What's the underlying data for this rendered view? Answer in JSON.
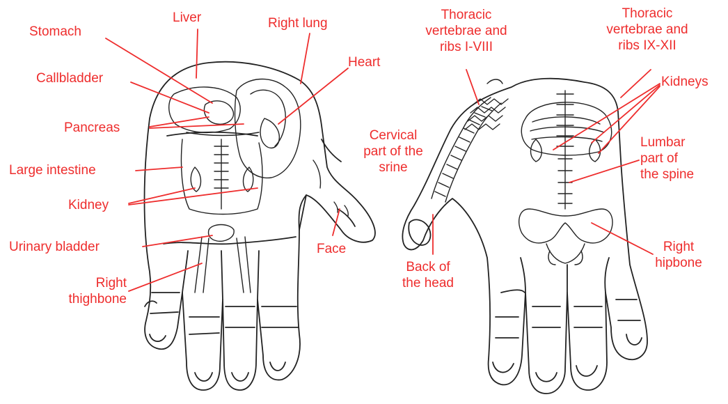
{
  "colors": {
    "label": "#ee2d2d",
    "drawing": "#222222",
    "background": "#ffffff"
  },
  "front": {
    "liver": "Liver",
    "stomach": "Stomach",
    "right_lung": "Right lung",
    "gallbladder": "Callbladder",
    "heart": "Heart",
    "pancreas": "Pancreas",
    "large_intestine": "Large intestine",
    "kidney": "Kidney",
    "urinary_bladder": "Urinary bladder",
    "right_thighbone_1": "Right",
    "right_thighbone_2": "thighbone",
    "face": "Face"
  },
  "back": {
    "thoracic_upper_1": "Thoracic",
    "thoracic_upper_2": "vertebrae and",
    "thoracic_upper_3": "ribs I-VIII",
    "thoracic_lower_1": "Thoracic",
    "thoracic_lower_2": "vertebrae and",
    "thoracic_lower_3": "ribs IX-XII",
    "kidneys": "Kidneys",
    "cervical_1": "Cervical",
    "cervical_2": "part of the",
    "cervical_3": "srine",
    "lumbar_1": "Lumbar",
    "lumbar_2": "part of",
    "lumbar_3": "the spine",
    "back_of_head_1": "Back of",
    "back_of_head_2": "the head",
    "right_hipbone_1": "Right",
    "right_hipbone_2": "hipbone"
  }
}
